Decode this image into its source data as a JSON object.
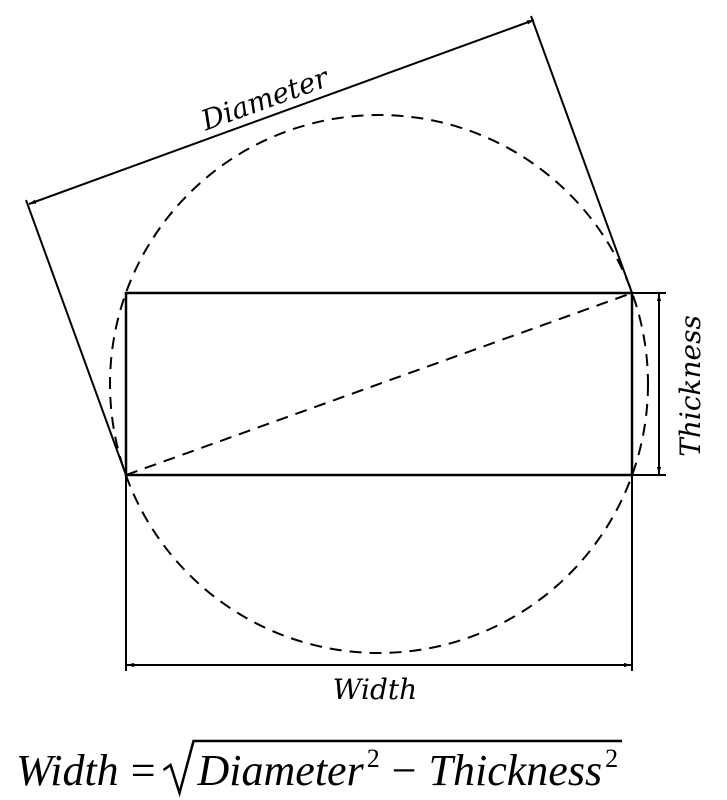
{
  "labels": {
    "diameter": "Diameter",
    "thickness": "Thickness",
    "width": "Width"
  },
  "formula": {
    "lhs": "Width",
    "equals": "=",
    "term1": "Diameter",
    "exp1": "2",
    "minus": "−",
    "term2": "Thickness",
    "exp2": "2"
  },
  "colors": {
    "stroke": "#000000",
    "background": "#ffffff"
  }
}
